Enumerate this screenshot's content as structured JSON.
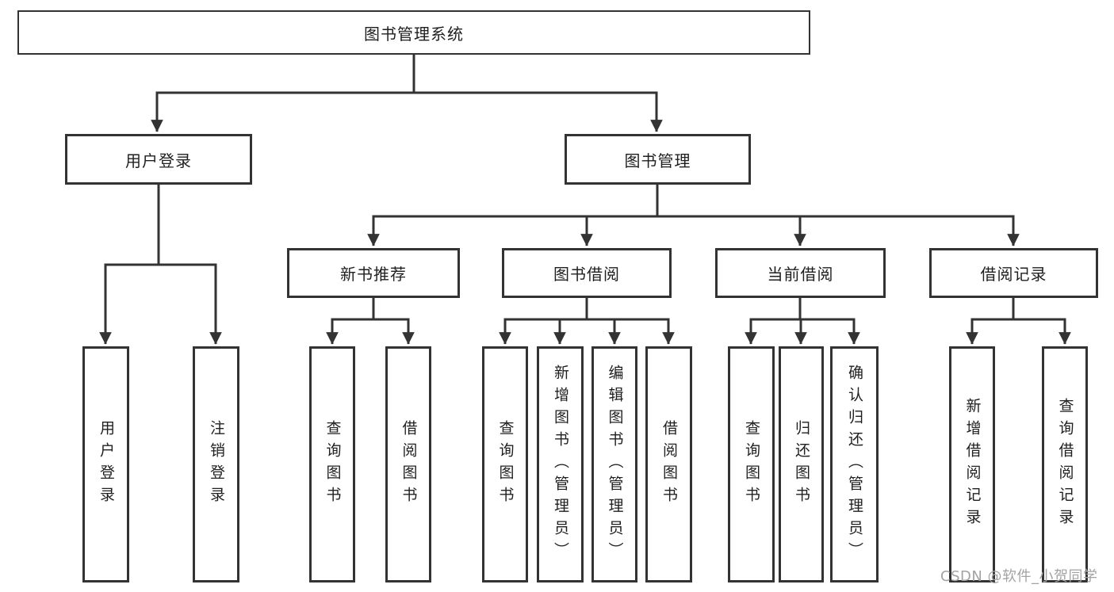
{
  "tree": {
    "label": "图书管理系统",
    "children": [
      {
        "label": "用户登录",
        "children": [
          {
            "label": "用户登录"
          },
          {
            "label": "注销登录"
          }
        ]
      },
      {
        "label": "图书管理",
        "children": [
          {
            "label": "新书推荐",
            "children": [
              {
                "label": "查询图书"
              },
              {
                "label": "借阅图书"
              }
            ]
          },
          {
            "label": "图书借阅",
            "children": [
              {
                "label": "查询图书"
              },
              {
                "label": "新增图书（管理员）"
              },
              {
                "label": "编辑图书（管理员）"
              },
              {
                "label": "借阅图书"
              }
            ]
          },
          {
            "label": "当前借阅",
            "children": [
              {
                "label": "查询图书"
              },
              {
                "label": "归还图书"
              },
              {
                "label": "确认归还（管理员）"
              }
            ]
          },
          {
            "label": "借阅记录",
            "children": [
              {
                "label": "新增借阅记录"
              },
              {
                "label": "查询借阅记录"
              }
            ]
          }
        ]
      }
    ]
  },
  "watermark": {
    "text": "CSDN @软件_小贺同学"
  },
  "colors": {
    "line": "#333333",
    "box_border": "#333333",
    "box_fill": "#ffffff",
    "text": "#1f1f1f",
    "watermark": "#a3a3a3",
    "background": "#ffffff"
  }
}
